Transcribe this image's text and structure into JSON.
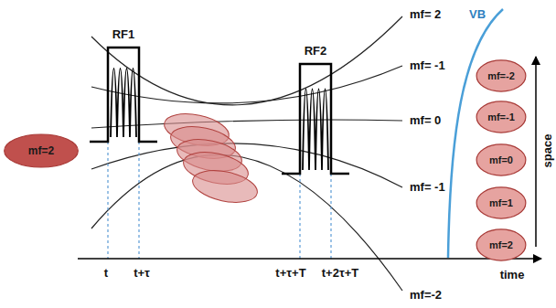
{
  "diagram": {
    "nodes": [
      {
        "text": [
          "mf=2"
        ]
      },
      {
        "text": [
          "mf=-2"
        ]
      },
      {
        "text": [
          "mf=-1"
        ]
      },
      {
        "text": [
          "mf=0"
        ]
      },
      {
        "text": [
          "mf=1"
        ]
      },
      {
        "text": [
          "mf=2"
        ]
      }
    ],
    "labels": [
      "RF1",
      "RF2",
      "mf= 2",
      "mf= -1",
      "mf= 0",
      "mf= -1",
      "mf=-2",
      "VB",
      "t",
      "t+τ",
      "t+τ+T",
      "t+2τ+T",
      "time",
      "space"
    ]
  }
}
